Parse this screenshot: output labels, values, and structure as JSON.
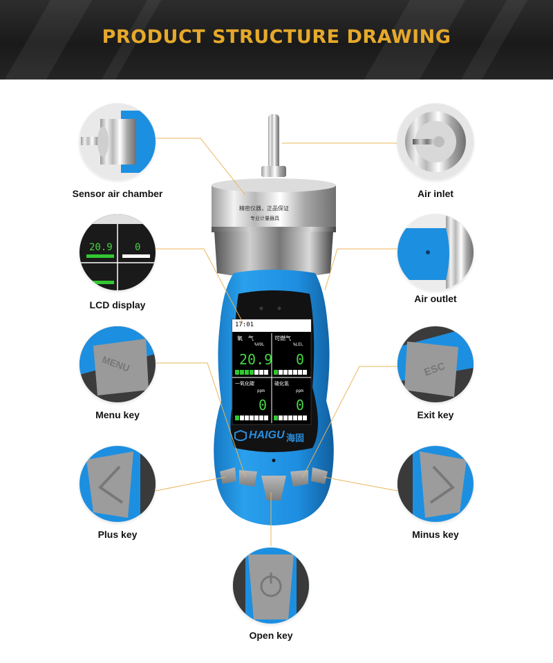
{
  "header": {
    "title": "PRODUCT STRUCTURE DRAWING"
  },
  "colors": {
    "accent": "#e6a92b",
    "device_blue": "#1e90e0",
    "lcd_green": "#32c832",
    "leader_line": "#e9b55a"
  },
  "callouts": [
    {
      "id": "sensor-air-chamber",
      "label": "Sensor air chamber"
    },
    {
      "id": "air-inlet",
      "label": "Air inlet"
    },
    {
      "id": "lcd-display",
      "label": "LCD display"
    },
    {
      "id": "air-outlet",
      "label": "Air outlet"
    },
    {
      "id": "menu-key",
      "label": "Menu key"
    },
    {
      "id": "exit-key",
      "label": "Exit key"
    },
    {
      "id": "plus-key",
      "label": "Plus key"
    },
    {
      "id": "minus-key",
      "label": "Minus key"
    },
    {
      "id": "open-key",
      "label": "Open key"
    }
  ],
  "device": {
    "chamber_text_1": "精密仪器，正品保证",
    "chamber_text_2": "专业计量器具",
    "brand": "HAIGU",
    "brand_cn": "海固",
    "lcd": {
      "time": "17:01",
      "readings": [
        {
          "name": "氧　气",
          "unit": "%VOL",
          "value": "20.9"
        },
        {
          "name": "可燃气",
          "unit": "%LEL",
          "value": "0"
        },
        {
          "name": "一氧化碳",
          "unit": "ppm",
          "value": "0"
        },
        {
          "name": "硫化氢",
          "unit": "ppm",
          "value": "0"
        }
      ]
    },
    "key_labels": {
      "menu": "MENU",
      "esc": "ESC"
    }
  }
}
